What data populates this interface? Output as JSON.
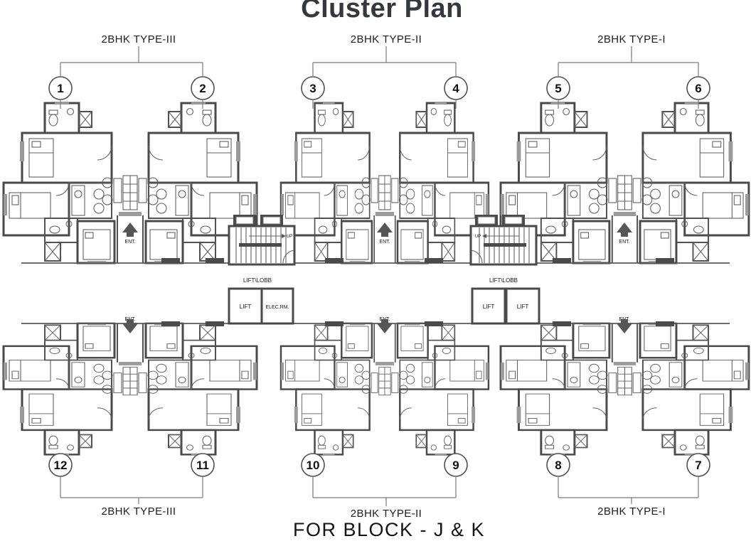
{
  "title": "Cluster Plan",
  "footer": "FOR BLOCK - J & K",
  "type_labels": {
    "top_left": "2BHK TYPE-III",
    "top_center": "2BHK TYPE-II",
    "top_right": "2BHK TYPE-I",
    "bottom_left": "2BHK TYPE-III",
    "bottom_center": "2BHK TYPE-II",
    "bottom_right": "2BHK TYPE-I"
  },
  "units": [
    "1",
    "2",
    "3",
    "4",
    "5",
    "6",
    "7",
    "8",
    "9",
    "10",
    "11",
    "12"
  ],
  "plan_labels": {
    "lift_lobby": "LIFT\\LOBB",
    "lift": "LIFT",
    "elec_room": "ELEC.RM.",
    "up": "UP",
    "entrance": "ENT."
  },
  "colors": {
    "wall": "#4a4a4a",
    "ink": "#1f1f1f",
    "title_ink": "#35383c"
  }
}
